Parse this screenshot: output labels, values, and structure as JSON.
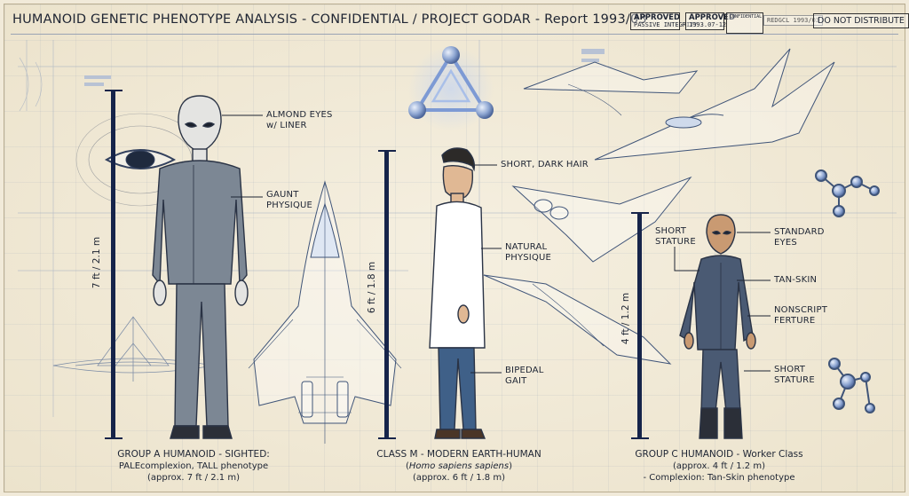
{
  "header": {
    "title": "HUMANOID GENETIC PHENOTYPE ANALYSIS - CONFIDENTIAL / PROJECT GODAR - Report 1993/03",
    "stamps": {
      "approved_1": "APPROVED",
      "approved_1_sub": "PASSIVE  INTEGRITY",
      "approved_2": "APPROVED",
      "approved_2_sub": "1993.07-12",
      "small_stamp": "CONFIDENTIAL",
      "report_ref": "REDGCL 1993/03",
      "do_not_distribute": "DO NOT DISTRIBUTE"
    }
  },
  "subjects": {
    "group_a": {
      "height_label": "7 ft / 2.1 m",
      "callouts": [
        "ALMOND EYES\nw/ LINER",
        "GAUNT\nPHYSIQUE"
      ],
      "caption_line1": "GROUP A HUMANOID - SIGHTED:",
      "caption_line2": "PALEcomplexion, TALL phenotype",
      "caption_line3": "(approx. 7 ft / 2.1 m)",
      "skin_color": "#e4e4e2",
      "suit_color": "#7c8794"
    },
    "class_m": {
      "height_label": "6 ft / 1.8 m",
      "callouts": [
        "SHORT, DARK HAIR",
        "NATURAL\nPHYSIQUE",
        "BIPEDAL\nGAIT"
      ],
      "caption_line1": "CLASS M - MODERN EARTH-HUMAN",
      "caption_line2": "Homo sapiens sapiens",
      "caption_line3": "(approx. 6 ft / 1.8 m)",
      "coat_color": "#ffffff",
      "pants_color": "#3f6088"
    },
    "group_c": {
      "height_label": "4 ft / 1.2 m",
      "callouts": [
        "SHORT\nSTATURE",
        "STANDARD\nEYES",
        "TAN-SKIN",
        "NONSCRIPT\nFERTURE",
        "SHORT\nSTATURE"
      ],
      "caption_line1": "GROUP C HUMANOID - Worker Class",
      "caption_line2": "(approx. 4 ft / 1.2 m)",
      "caption_line3": "- Complexion: Tan-Skin phenotype",
      "skin_color": "#c99a72",
      "suit_color": "#4a5a73"
    }
  },
  "icons": [
    "triangle-sphere-emblem-icon",
    "eye-diagram-icon",
    "molecule-icon",
    "spacecraft-icon"
  ],
  "colors": {
    "blueprint": "#6f84a8",
    "ink": "#1d2433",
    "height_bar": "#16244a"
  }
}
